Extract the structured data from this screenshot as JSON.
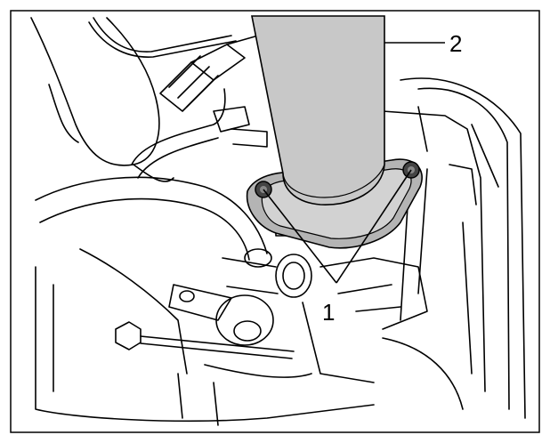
{
  "figure": {
    "callouts": [
      {
        "number": "1",
        "target": "mounting-bolts"
      },
      {
        "number": "2",
        "target": "pipe"
      }
    ],
    "colors": {
      "line": "#000000",
      "pipe_fill": "#c8c8c8",
      "highlight_fill": "#b4b4b4",
      "background": "#ffffff"
    }
  }
}
